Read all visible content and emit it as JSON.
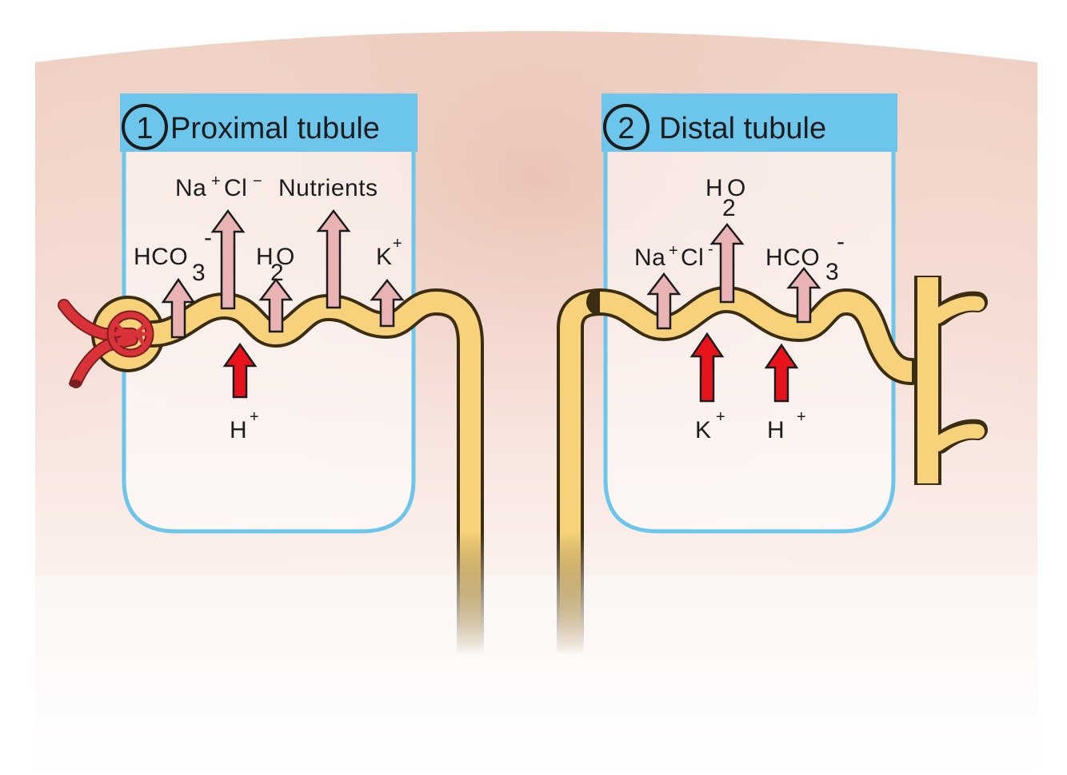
{
  "sections": [
    {
      "number": "1",
      "title": "Proximal tubule",
      "reabsorbed": {
        "na": "Na",
        "na_charge": "+",
        "cl": "Cl",
        "cl_charge": "−",
        "nutrients": "Nutrients",
        "hco": "HCO",
        "hco_sub": "3",
        "hco_charge": "-",
        "h2o_h": "H",
        "h2o_sub": "2",
        "h2o_o": "O",
        "k": "K",
        "k_charge": "+"
      },
      "secreted": {
        "h": "H",
        "h_charge": "+"
      }
    },
    {
      "number": "2",
      "title": "Distal tubule",
      "reabsorbed": {
        "h2o_h": "H",
        "h2o_sub": "2",
        "h2o_o": "O",
        "na": "Na",
        "na_charge": "+",
        "cl": "Cl",
        "cl_charge": "-",
        "hco": "HCO",
        "hco_sub": "3",
        "hco_charge": "-"
      },
      "secreted": {
        "k": "K",
        "k_charge": "+",
        "h": "H",
        "h_charge": "+"
      }
    }
  ],
  "colors": {
    "tissue": "#eecbbd",
    "box_border": "#6cc6ec",
    "header_fill": "#6cc6ec",
    "tubule_fill": "#f7d27a",
    "tubule_stroke": "#3a2d12",
    "reabsorb_arrow": "#e9b3b3",
    "secrete_arrow": "#e8141b",
    "vessel": "#d93339"
  }
}
